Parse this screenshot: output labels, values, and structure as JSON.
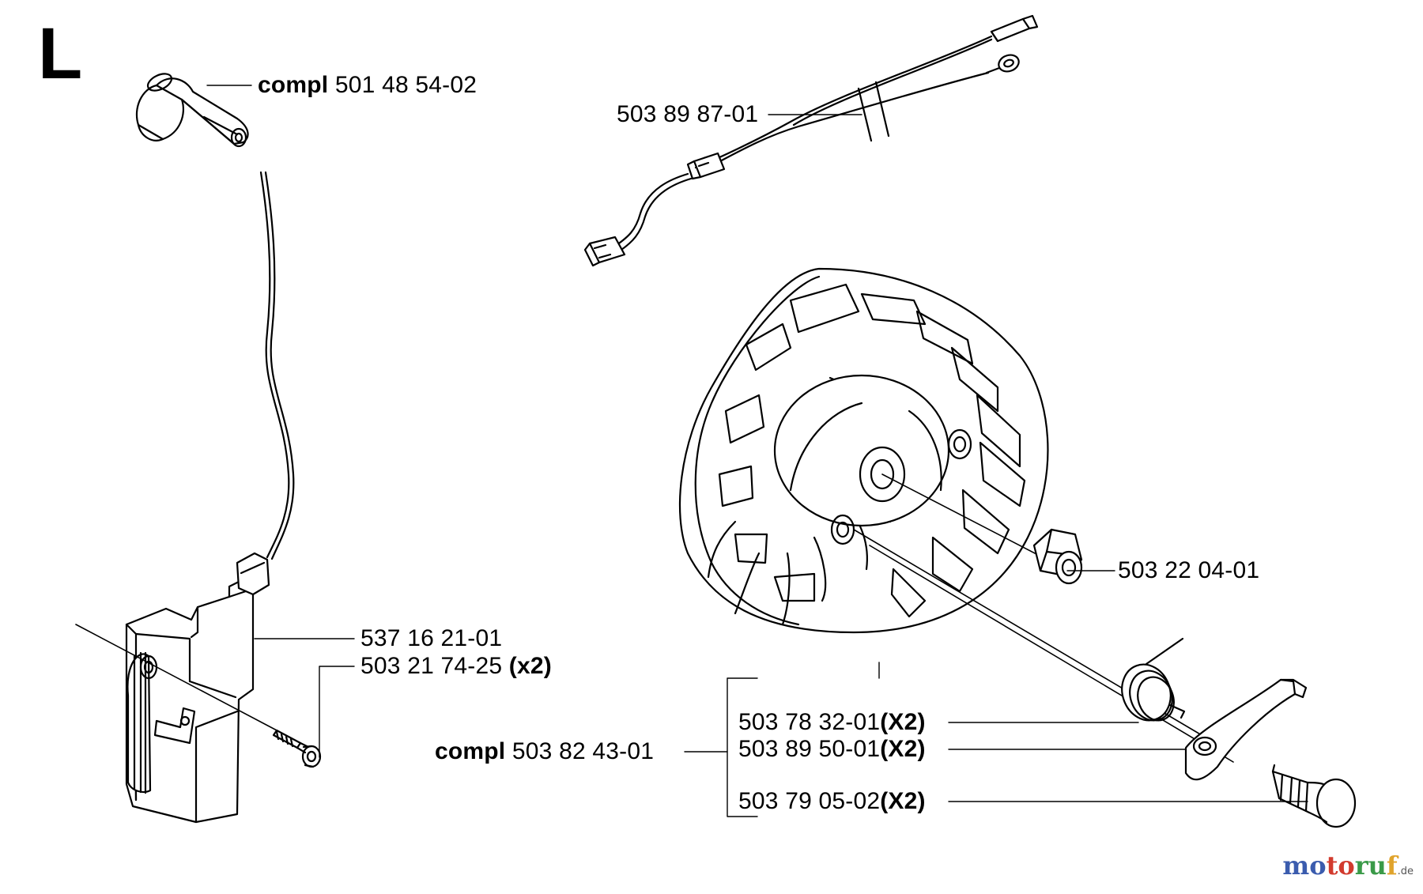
{
  "section": {
    "letter": "L"
  },
  "parts": [
    {
      "id": "plug-cap",
      "prefix": "compl",
      "number": "501 48 54-02",
      "qty": ""
    },
    {
      "id": "cable",
      "prefix": "",
      "number": "503 89 87-01",
      "qty": ""
    },
    {
      "id": "nut",
      "prefix": "",
      "number": "503 22 04-01",
      "qty": ""
    },
    {
      "id": "ignition-module",
      "prefix": "",
      "number": "537 16 21-01",
      "qty": ""
    },
    {
      "id": "screw",
      "prefix": "",
      "number": "503 21 74-25",
      "qty": "(x2)"
    },
    {
      "id": "flywheel",
      "prefix": "compl",
      "number": "503 82 43-01",
      "qty": ""
    },
    {
      "id": "spring",
      "prefix": "",
      "number": "503 78 32-01",
      "qty": "(X2)"
    },
    {
      "id": "pawl",
      "prefix": "",
      "number": "503 89 50-01",
      "qty": "(X2)"
    },
    {
      "id": "pin",
      "prefix": "",
      "number": "503 79 05-02",
      "qty": "(X2)"
    }
  ],
  "watermark": {
    "p1": "mo",
    "p2": "to",
    "p3": "ru",
    "p4": "f",
    "tld": ".de"
  }
}
